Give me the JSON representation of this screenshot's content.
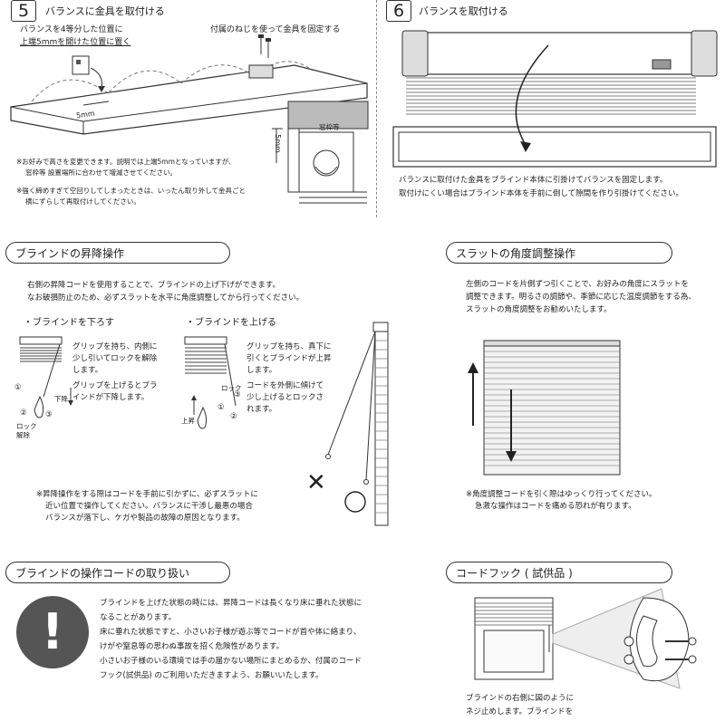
{
  "step5": {
    "number": "5",
    "title": "バランスに金具を取付ける",
    "note_a1": "バランスを4等分した位置に",
    "note_a2": "上端5mmを開けた位置に置く",
    "note_b": "付属のねじを使って金具を固定する",
    "dim_5mm": "5mm",
    "dim_5mm_v": "5mm",
    "window_label": "窓枠等",
    "foot1": "※お好みで高さを変更できます。説明では上端5mmとなっていますが、",
    "foot2": "窓枠等 設置場所に合わせて増減させてください。",
    "foot3": "※強く締めすぎて空回りしてしまったときは、いったん取り外して金具ごと",
    "foot4": "横にずらして再取付けしてください。"
  },
  "step6": {
    "number": "6",
    "title": "バランスを取付ける",
    "line1": "バランスに取付けた金具をブラインド本体に引掛けてバランスを固定します。",
    "line2": "取付けにくい場合はブラインド本体を手前に倒して隙間を作り引掛けてください。"
  },
  "lift": {
    "title": "ブラインドの昇降操作",
    "intro1": "右側の昇降コードを使用することで、ブラインドの上げ下げができます。",
    "intro2": "なお破損防止のため、必ずスラットを水平に角度調整してから行ってください。",
    "lower_heading": "・ブラインドを下ろす",
    "lower1": "グリップを持ち、内側に",
    "lower2": "少し引いてロックを解除",
    "lower3": "します。",
    "lower4": "グリップを上げるとブラ",
    "lower5": "インドが下降します。",
    "raise_heading": "・ブラインドを上げる",
    "raise1": "グリップを持ち、真下に",
    "raise2": "引くとブラインドが上昇",
    "raise3": "します。",
    "raise4": "コードを外側に傾けて",
    "raise5": "少し上げるとロックさ",
    "raise6": "れます。",
    "lbl_down": "下降",
    "lbl_up": "上昇",
    "lbl_lock": "ロック",
    "lbl_unlock1": "ロック",
    "lbl_unlock2": "解除",
    "n1": "①",
    "n2": "②",
    "n3": "③",
    "n1b": "①",
    "n2b": "②",
    "n3b": "③",
    "warn1": "※昇降操作をする際はコードを手前に引かずに、必ずスラットに",
    "warn2": "近い位置で操作してください。バランスに干渉し最悪の場合",
    "warn3": "バランスが落下し、ケガや製品の故障の原因となります。",
    "mark_x": "✕"
  },
  "angle": {
    "title": "スラットの角度調整操作",
    "intro1": "左側のコードを片側ずつ引くことで、お好みの角度にスラットを",
    "intro2": "調整できます。明るさの調節や、季節に応じた温度調節をする為、",
    "intro3": "スラットの角度調整をお勧めいたします。",
    "warn1": "※角度調整コードを引く際はゆっくり行ってください。",
    "warn2": "急激な操作はコードを痛める恐れが有ります。"
  },
  "cord": {
    "title": "ブラインドの操作コードの取り扱い",
    "icon": "!",
    "l1": "ブラインドを上げた状態の時には、昇降コードは長くなり床に垂れた状態に",
    "l2": "なることがあります。",
    "l3": "床に垂れた状態ですと、小さいお子様が遊ぶ等でコードが首や体に絡まり、",
    "l4": "けがや窒息等の思わぬ事故を招く危険性があります。",
    "l5": "小さいお子様のいる環境では手の届かない場所にまとめるか、付属のコード",
    "l6": "フック(試供品) のご利用いただきますよう、お願いいたします。"
  },
  "hook": {
    "title": "コードフック ( 試供品 )",
    "l1": "ブラインドの右側に図のように",
    "l2": "ネジ止めします。ブラインドを"
  }
}
